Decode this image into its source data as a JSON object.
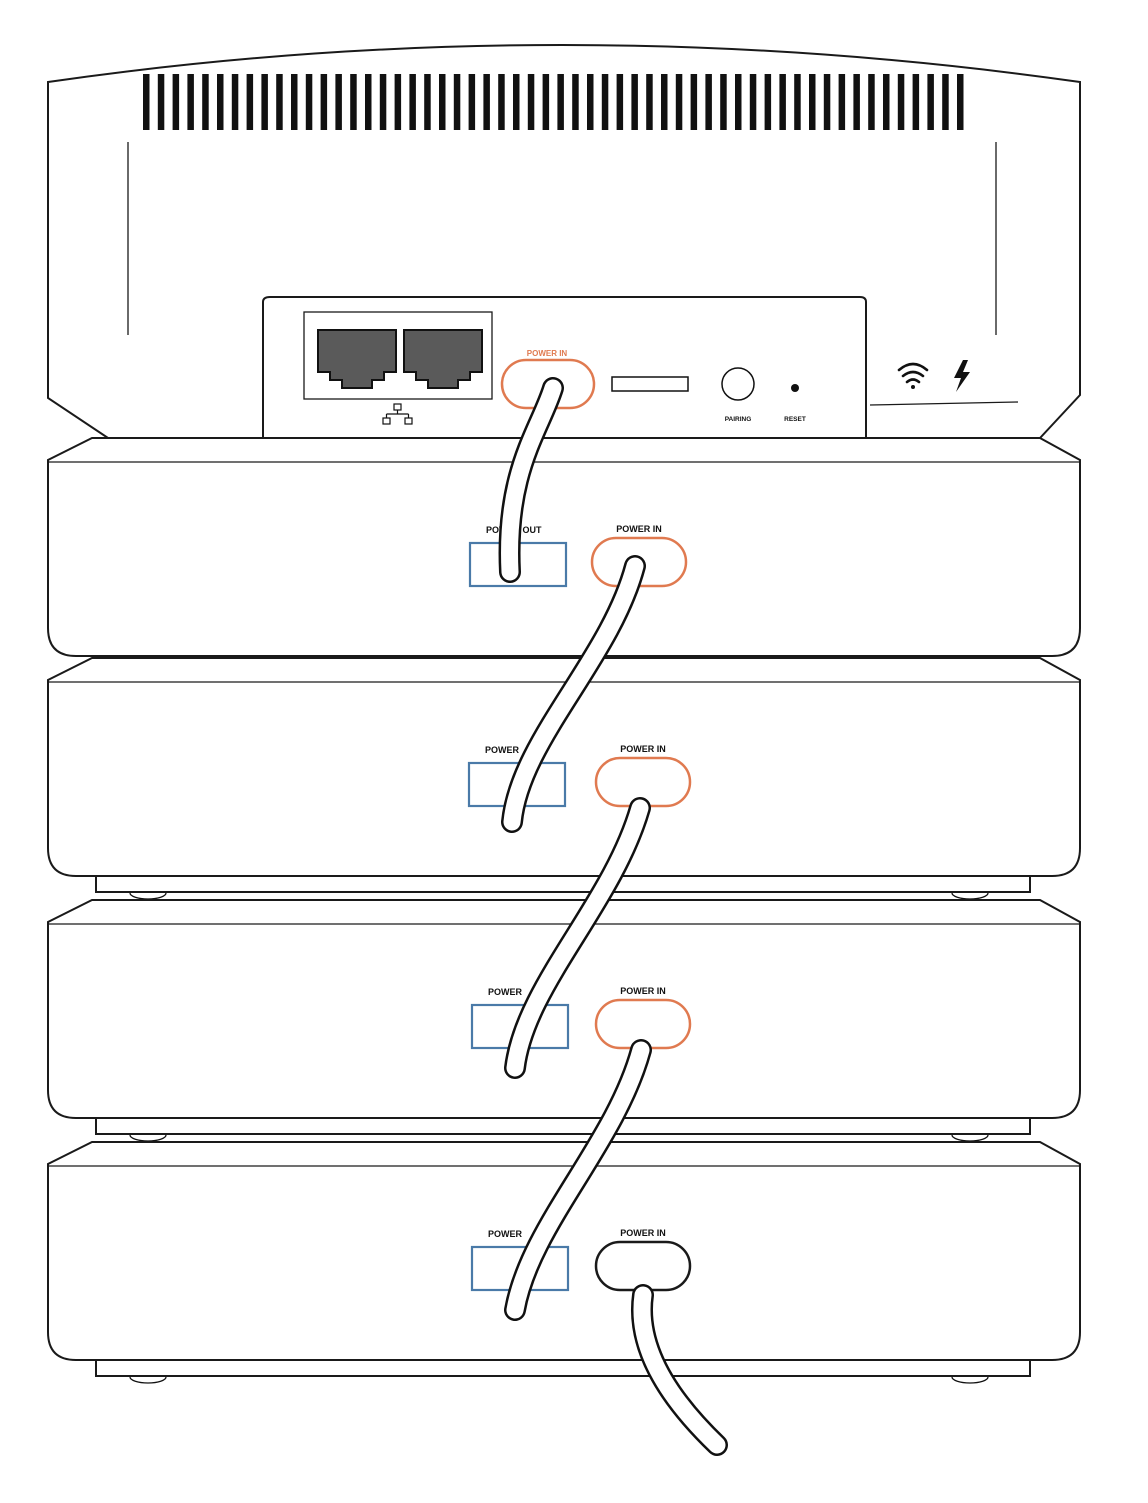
{
  "colors": {
    "outline": "#1a1a1a",
    "power_in_port": "#e07a50",
    "power_out_port": "#4a7aa8",
    "rj45_fill": "#5a5a5a",
    "background": "#ffffff"
  },
  "router": {
    "labels": {
      "power_in": "POWER IN",
      "pairing": "PAIRING",
      "reset": "RESET"
    },
    "icons": [
      "ethernet-icon",
      "wifi-icon",
      "lightning-icon"
    ],
    "ethernet_ports": 2
  },
  "battery_modules": [
    {
      "power_out_label": "POWER OUT",
      "power_in_label": "POWER IN",
      "power_in_color": "#e07a50"
    },
    {
      "power_out_label": "POWER",
      "power_in_label": "POWER IN",
      "power_in_color": "#e07a50"
    },
    {
      "power_out_label": "POWER",
      "power_in_label": "POWER IN",
      "power_in_color": "#e07a50"
    },
    {
      "power_out_label": "POWER",
      "power_in_label": "POWER IN",
      "power_in_color": "#1a1a1a"
    }
  ]
}
